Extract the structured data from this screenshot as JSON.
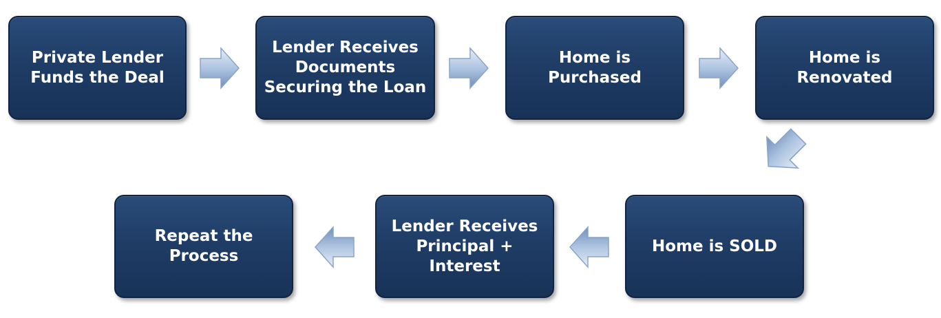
{
  "steps": [
    {
      "label": "Private Lender\nFunds the Deal"
    },
    {
      "label": "Lender Receives\nDocuments\nSecuring the Loan"
    },
    {
      "label": "Home is Purchased"
    },
    {
      "label": "Home is\nRenovated"
    },
    {
      "label": "Home is SOLD"
    },
    {
      "label": "Lender Receives\nPrincipal + Interest"
    },
    {
      "label": "Repeat the\nProcess"
    }
  ],
  "colors": {
    "box_fill": "#1f3d66",
    "box_text": "#ffffff",
    "arrow_fill_light": "#dbe7f5",
    "arrow_fill_dark": "#7e9cc4"
  }
}
